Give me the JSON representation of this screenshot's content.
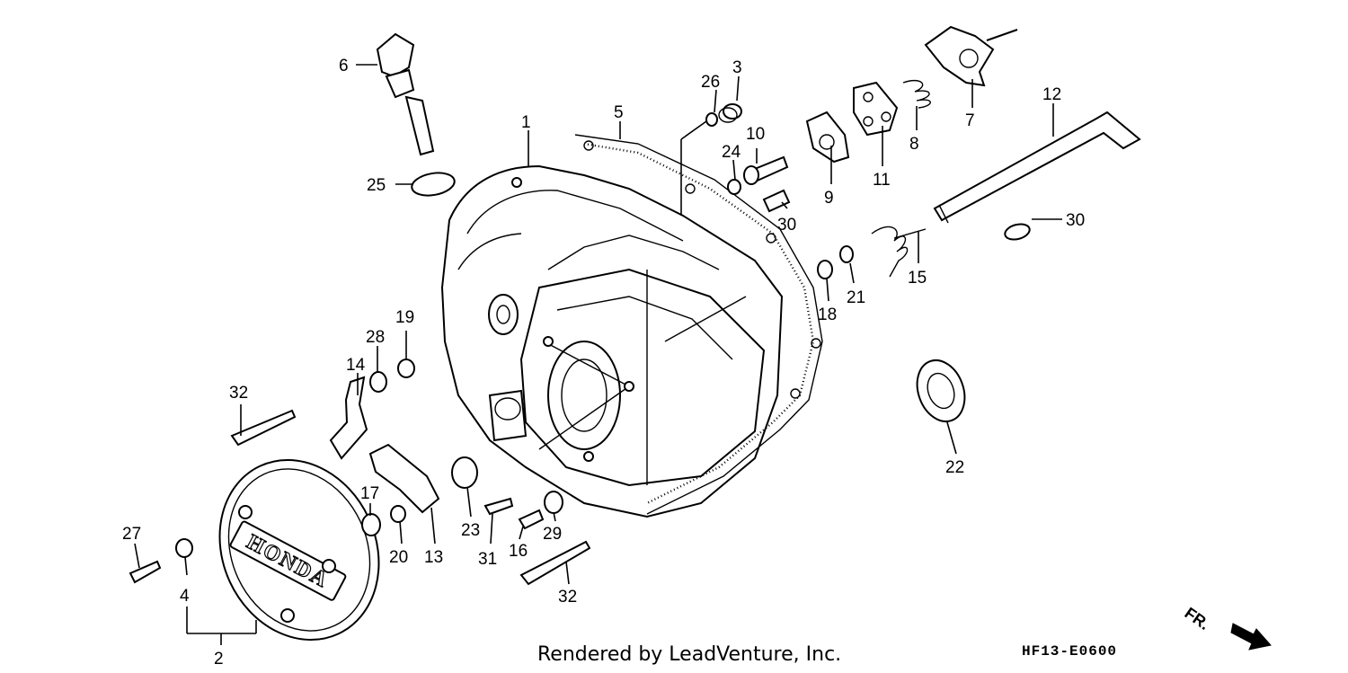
{
  "diagram": {
    "credit": "Rendered by LeadVenture, Inc.",
    "code": "HF13-E0600",
    "direction_label": "FR.",
    "emblem_text": "HONDA",
    "callouts": [
      "1",
      "2",
      "3",
      "4",
      "5",
      "6",
      "7",
      "8",
      "9",
      "10",
      "11",
      "12",
      "13",
      "14",
      "15",
      "16",
      "17",
      "18",
      "19",
      "20",
      "21",
      "22",
      "23",
      "24",
      "25",
      "26",
      "27",
      "28",
      "29",
      "30",
      "30",
      "31",
      "32",
      "32"
    ]
  }
}
